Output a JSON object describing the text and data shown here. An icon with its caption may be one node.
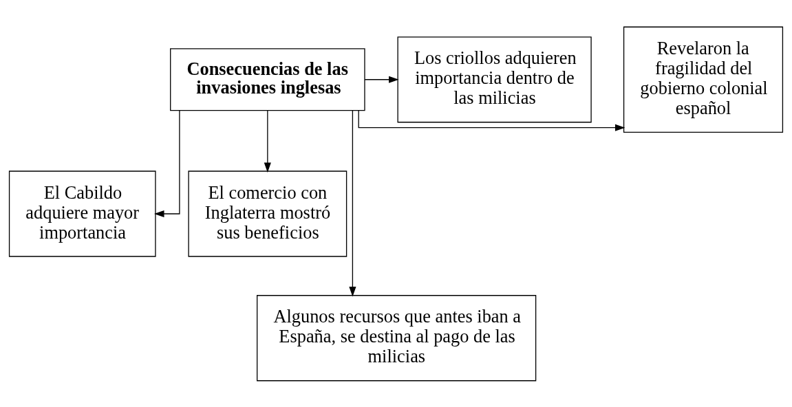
{
  "diagram": {
    "nodes": [
      {
        "text": [
          "Consecuencias de las invasiones inglesas"
        ]
      },
      {
        "text": [
          "Revelaron la fragilidad del gobierno colonial español"
        ]
      },
      {
        "text": [
          "Los criollos adquieren importancia dentro de las milicias"
        ]
      },
      {
        "text": [
          "El Cabildo adquiere mayor importancia"
        ]
      },
      {
        "text": [
          "El comercio con Inglaterra mostró sus beneficios"
        ]
      },
      {
        "text": [
          "Algunos recursos que antes iban a España, se destina al pago de las milicias"
        ]
      }
    ],
    "edges": [
      {
        "from": 0,
        "to": 1,
        "arrow": "to"
      },
      {
        "from": 0,
        "to": 2,
        "arrow": "to"
      },
      {
        "from": 0,
        "to": 3,
        "arrow": "to"
      },
      {
        "from": 0,
        "to": 4,
        "arrow": "to"
      },
      {
        "from": 0,
        "to": 5,
        "arrow": "to"
      }
    ]
  }
}
